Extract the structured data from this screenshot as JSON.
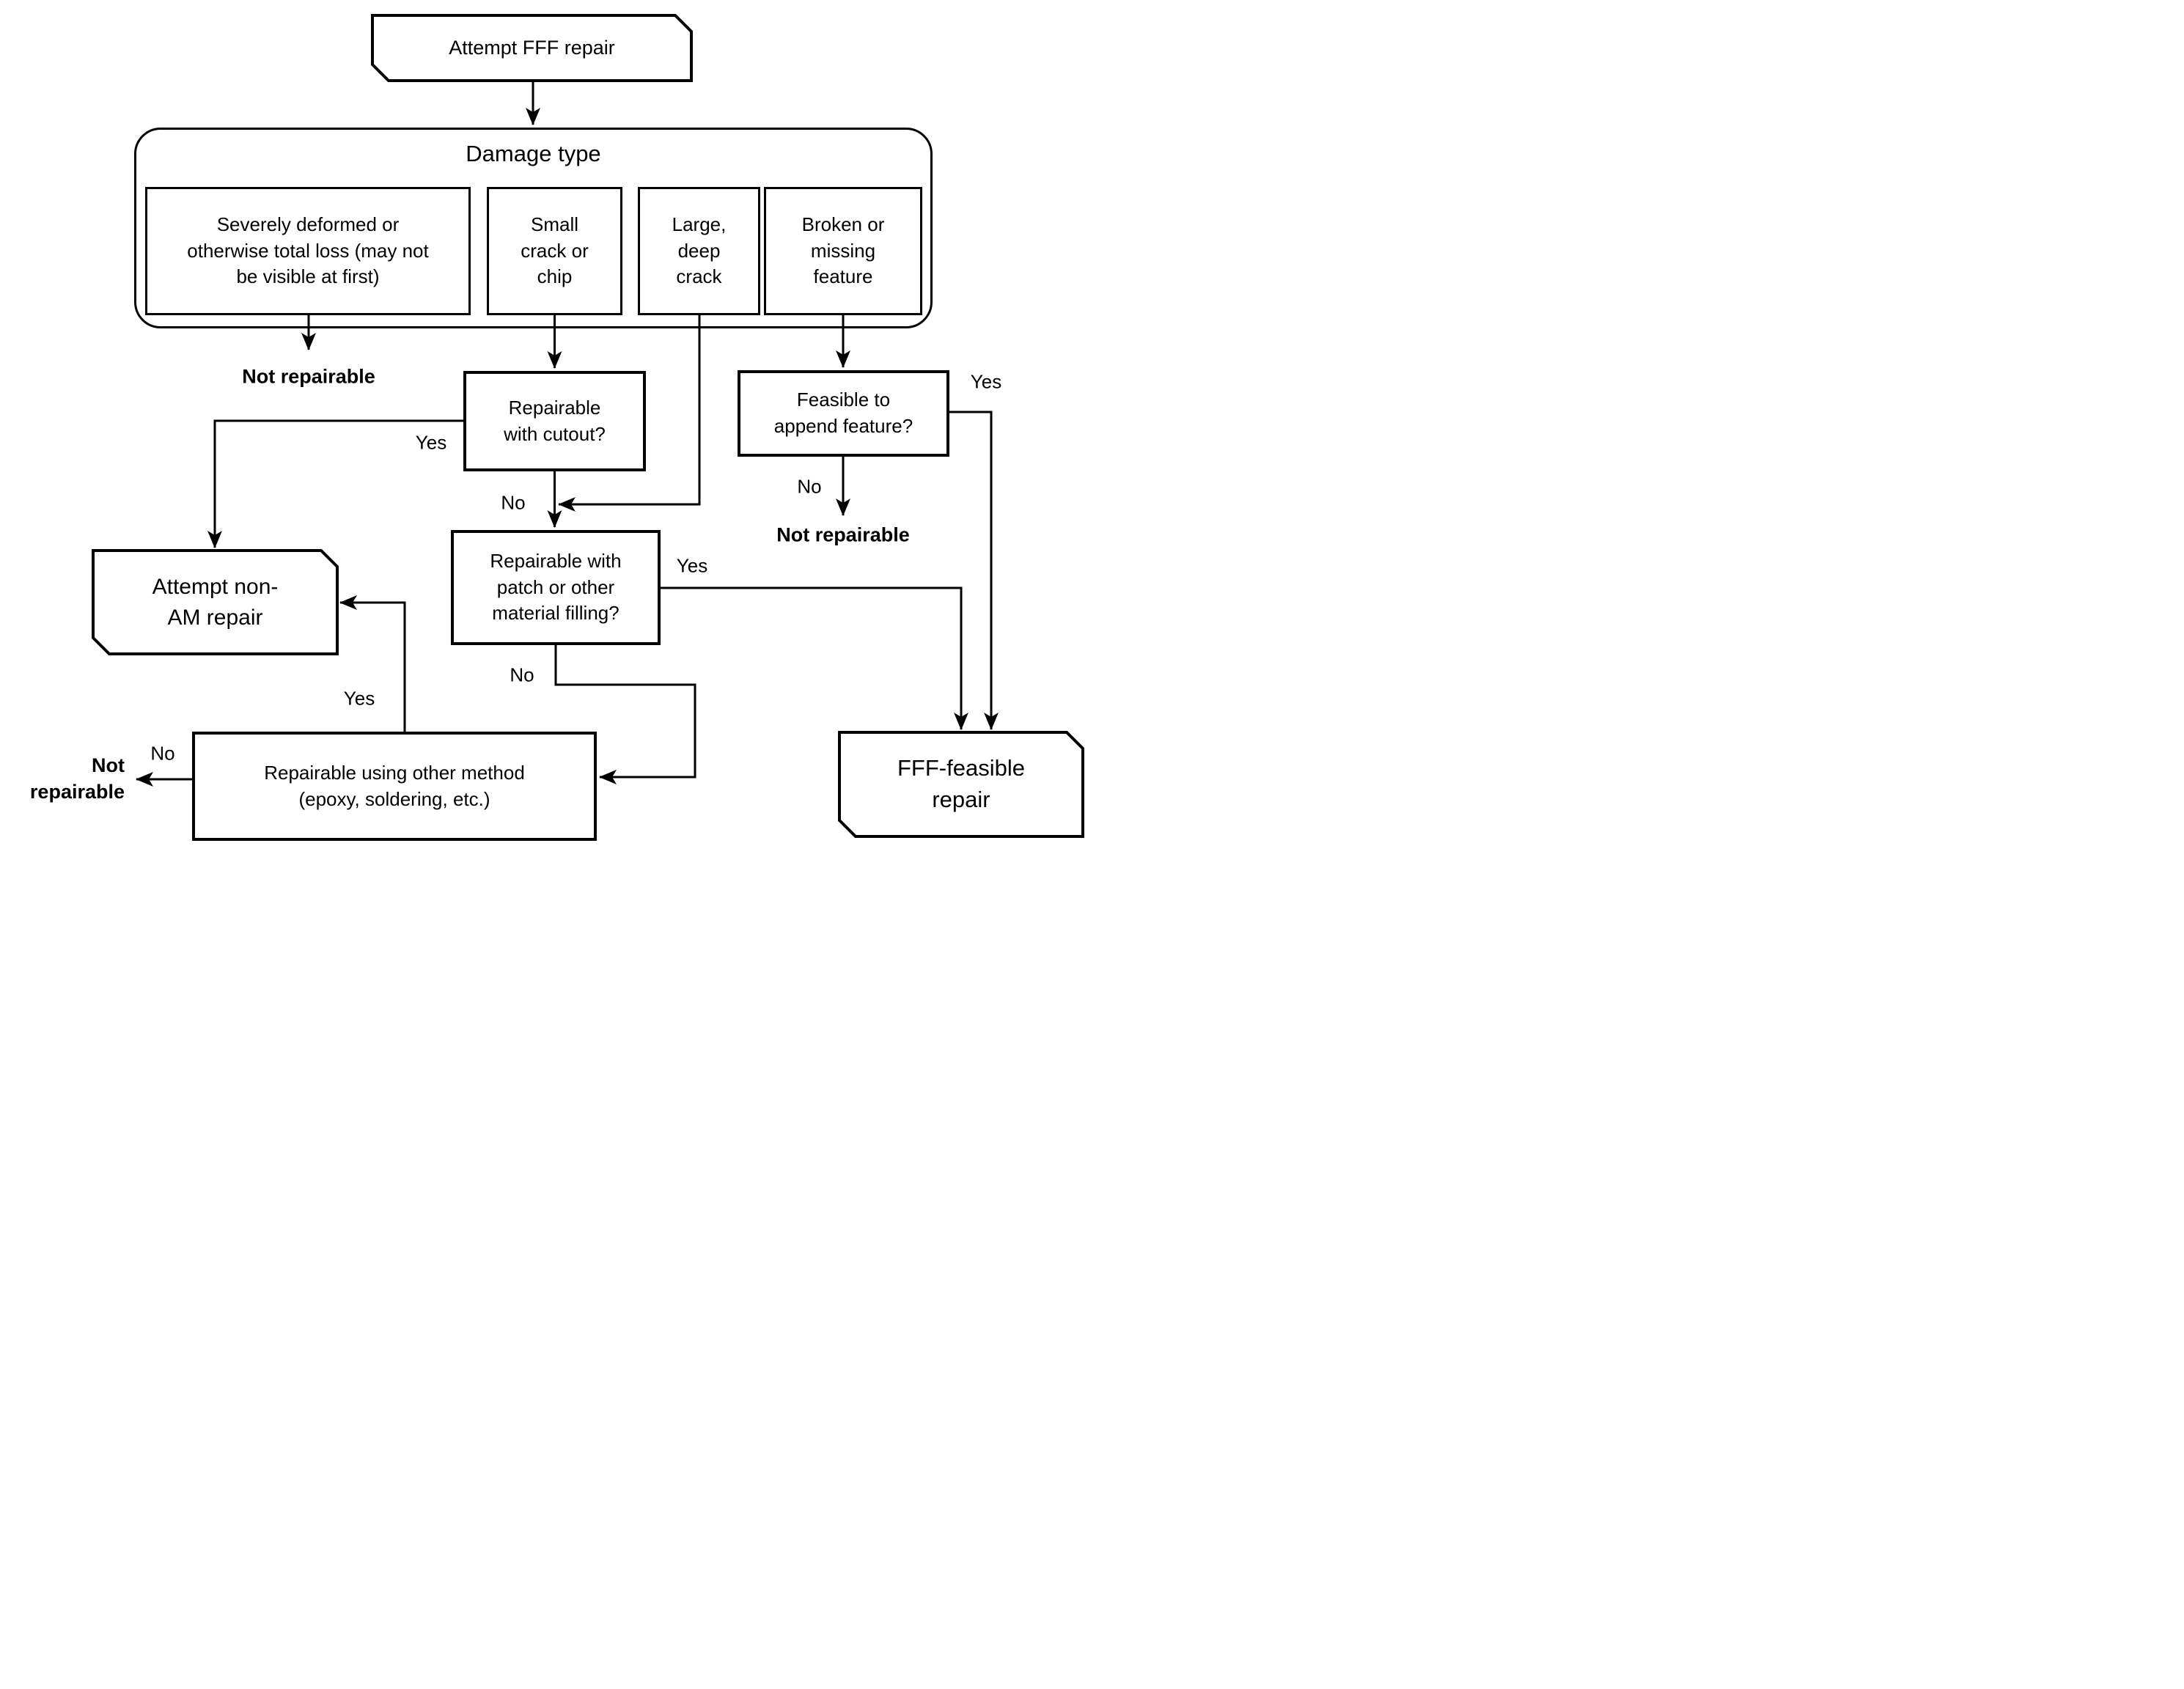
{
  "colors": {
    "ink": "#000000",
    "background": "#ffffff"
  },
  "nodes": {
    "start": "Attempt FFF repair",
    "damage_title": "Damage type",
    "damage_a": "Severely deformed or\notherwise total loss (may not\nbe visible at first)",
    "damage_b": "Small\ncrack or\nchip",
    "damage_c": "Large,\ndeep\ncrack",
    "damage_d": "Broken or\nmissing\nfeature",
    "cutout": "Repairable\nwith cutout?",
    "append": "Feasible to\nappend feature?",
    "patch": "Repairable with\npatch or other\nmaterial filling?",
    "other_method": "Repairable using other method\n(epoxy, soldering, etc.)",
    "non_am": "Attempt non-\nAM repair",
    "fff_feasible": "FFF-feasible\nrepair"
  },
  "edges": {
    "cutout_yes": "Yes",
    "cutout_no": "No",
    "append_yes": "Yes",
    "append_no": "No",
    "patch_yes": "Yes",
    "patch_no": "No",
    "other_yes": "Yes",
    "other_no": "No"
  },
  "outcomes": {
    "not_repairable_deformed": "Not repairable",
    "not_repairable_append": "Not repairable",
    "not_repairable_other": "Not\nrepairable"
  }
}
